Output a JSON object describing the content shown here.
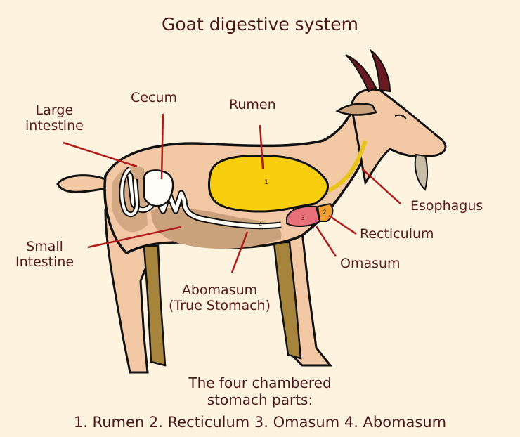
{
  "title": "Goat digestive system",
  "labels": {
    "large_intestine": [
      "Large",
      "intestine"
    ],
    "cecum": "Cecum",
    "rumen": "Rumen",
    "esophagus": "Esophagus",
    "recticulum": "Recticulum",
    "omasum": "Omasum",
    "small_intestine": [
      "Small",
      "Intestine"
    ],
    "abomasum": [
      "Abomasum",
      "(True Stomach)"
    ]
  },
  "stomach_numbers": {
    "rumen": "1",
    "recticulum": "2",
    "omasum": "3",
    "abomasum": "4"
  },
  "caption": {
    "line1": "The four chambered",
    "line2": "stomach parts:",
    "parts": "1. Rumen 2. Recticulum 3. Omasum 4. Abomasum"
  },
  "colors": {
    "background": "#fdf3df",
    "body": "#f2c9a4",
    "body_shade": "#c9a17a",
    "rumen": "#f7cf0e",
    "omasum": "#e8707a",
    "recticulum": "#f0a030",
    "intestine": "#fffdf6",
    "leader_line": "#b01a1a",
    "text": "#5a1a1a"
  }
}
